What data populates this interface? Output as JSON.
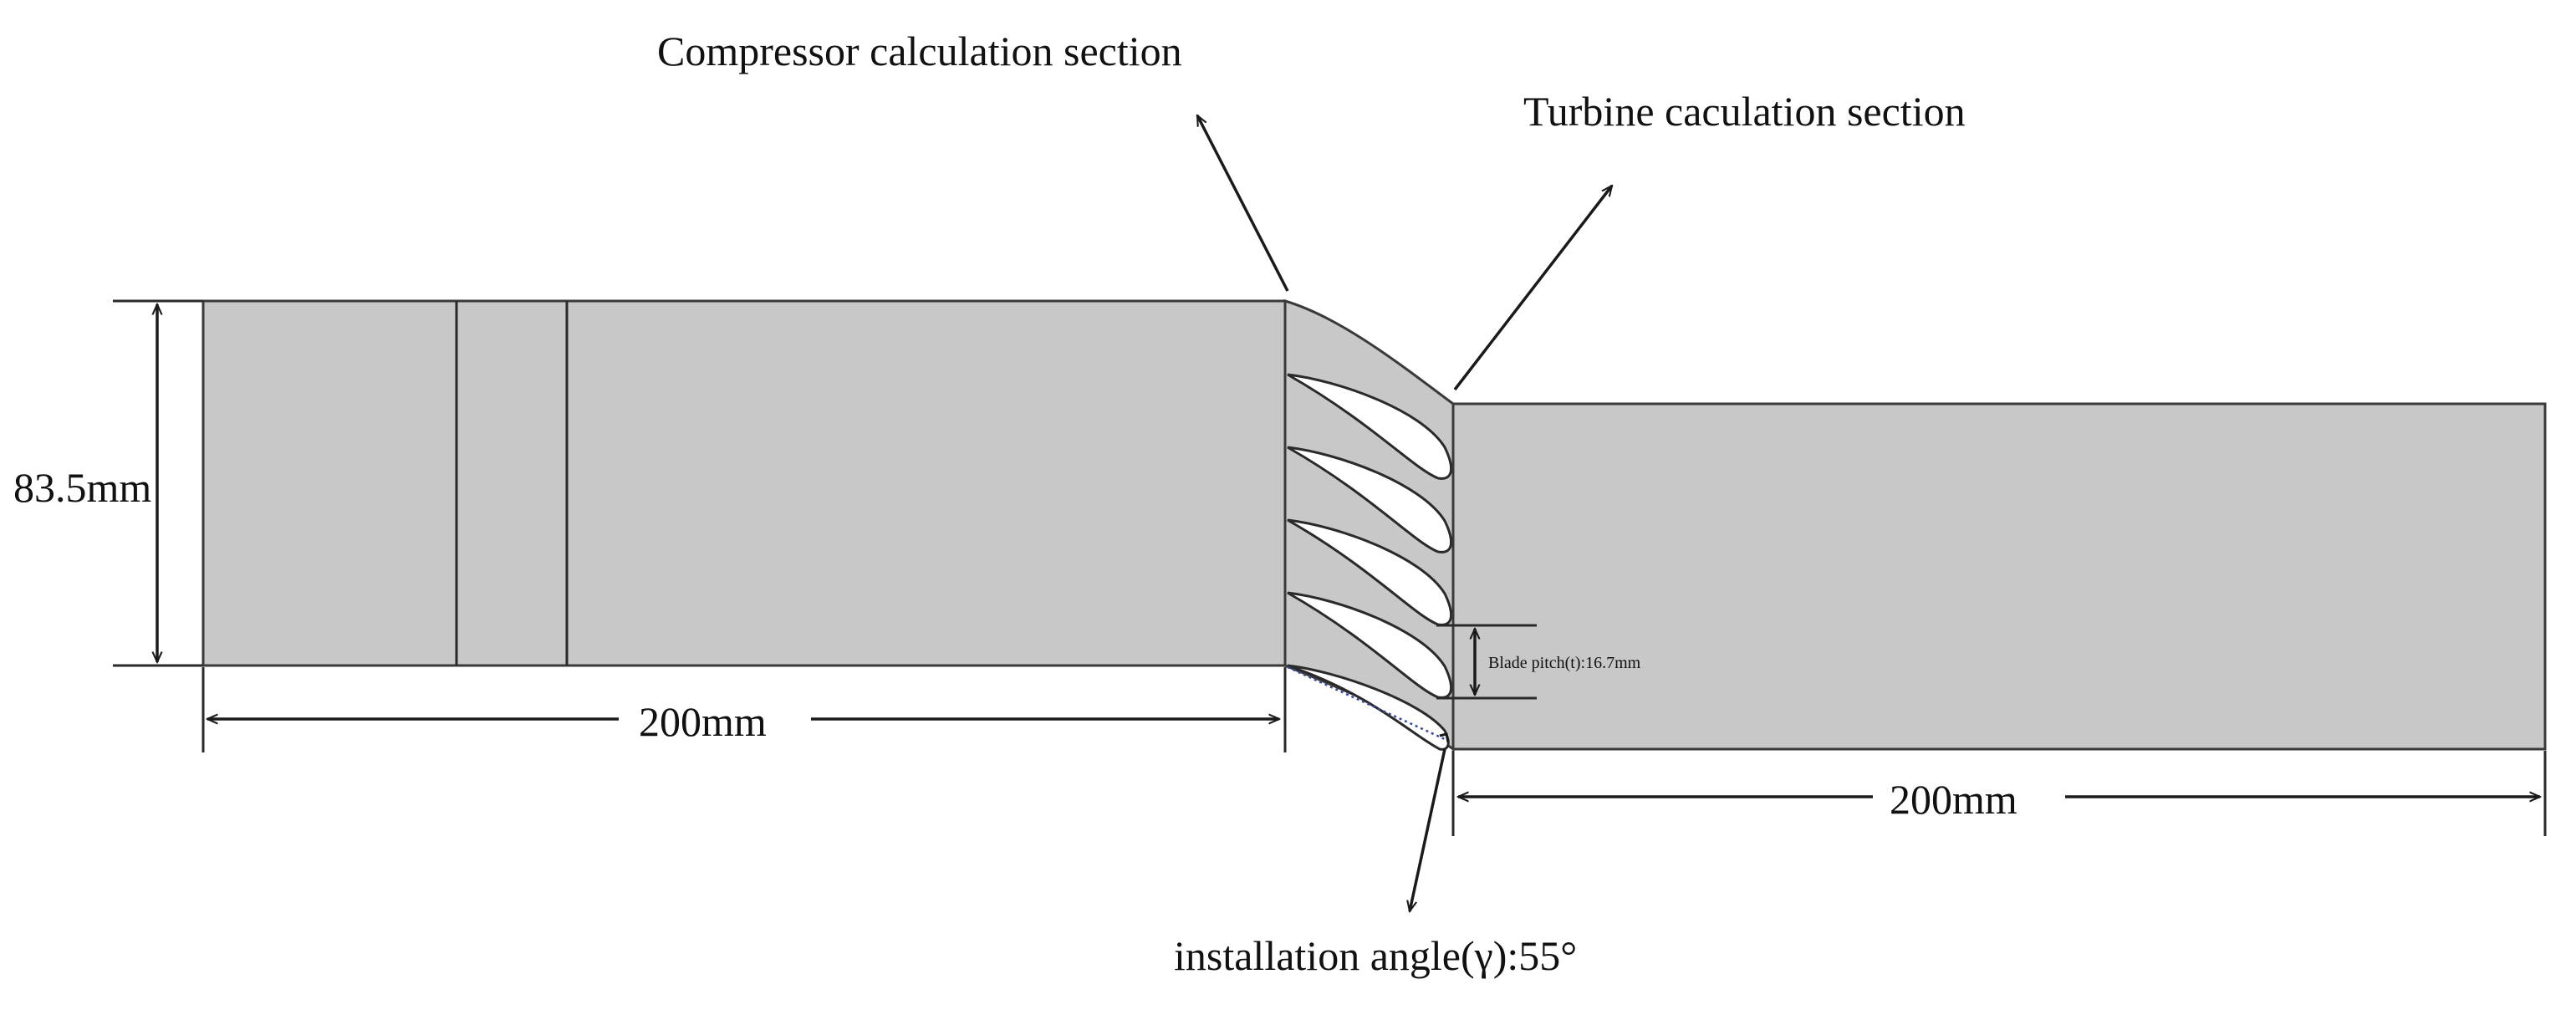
{
  "labels": {
    "compressor_section": "Compressor calculation section",
    "turbine_section": "Turbine caculation section",
    "height": "83.5mm",
    "left_length": "200mm",
    "right_length": "200mm",
    "blade_pitch": "Blade pitch(t):16.7mm",
    "installation_angle": "installation angle(γ):55°"
  },
  "colors": {
    "body": "#c8c8c8",
    "outline": "#3a3a3a",
    "blade": "#ffffff",
    "dotted_line": "#3a4aa0"
  }
}
